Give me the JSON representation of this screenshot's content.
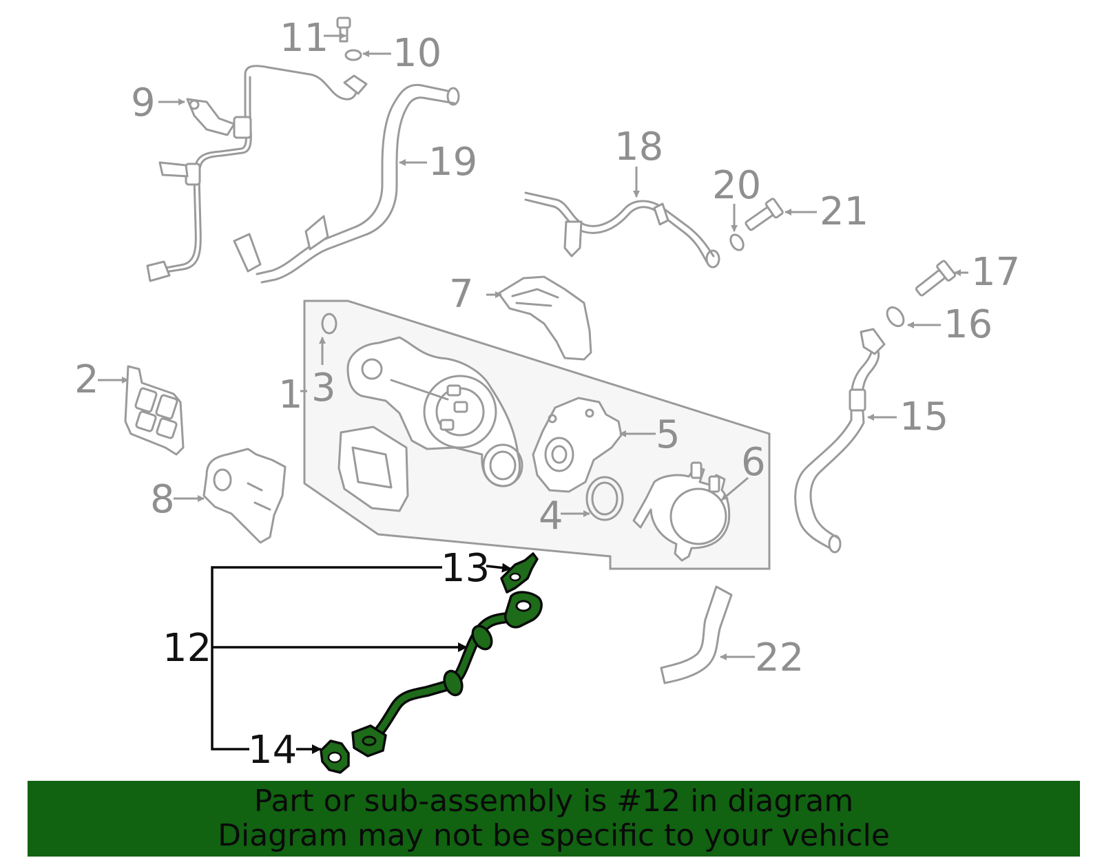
{
  "callouts": [
    {
      "id": "1",
      "label": "1"
    },
    {
      "id": "2",
      "label": "2"
    },
    {
      "id": "3",
      "label": "3"
    },
    {
      "id": "4",
      "label": "4"
    },
    {
      "id": "5",
      "label": "5"
    },
    {
      "id": "6",
      "label": "6"
    },
    {
      "id": "7",
      "label": "7"
    },
    {
      "id": "8",
      "label": "8"
    },
    {
      "id": "9",
      "label": "9"
    },
    {
      "id": "10",
      "label": "10"
    },
    {
      "id": "11",
      "label": "11"
    },
    {
      "id": "12",
      "label": "12"
    },
    {
      "id": "13",
      "label": "13"
    },
    {
      "id": "14",
      "label": "14"
    },
    {
      "id": "15",
      "label": "15"
    },
    {
      "id": "16",
      "label": "16"
    },
    {
      "id": "17",
      "label": "17"
    },
    {
      "id": "18",
      "label": "18"
    },
    {
      "id": "19",
      "label": "19"
    },
    {
      "id": "20",
      "label": "20"
    },
    {
      "id": "21",
      "label": "21"
    },
    {
      "id": "22",
      "label": "22"
    }
  ],
  "highlighted_part": "12",
  "colors": {
    "highlight": "#1e6b1a",
    "banner": "#116211",
    "parts": "#9a9a9a",
    "panel": "#f6f6f6"
  },
  "banner": {
    "line1": "Part or sub-assembly is #12 in diagram",
    "line2": "Diagram may not be specific to your vehicle"
  }
}
